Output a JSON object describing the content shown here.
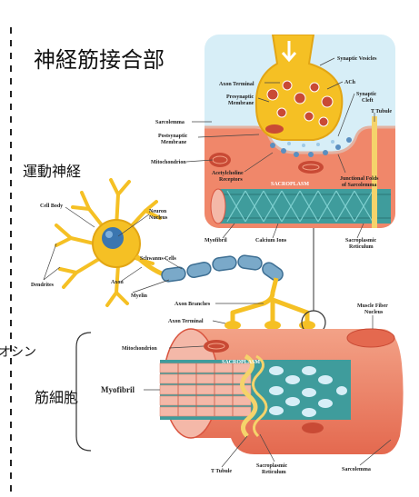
{
  "titles": {
    "main": "神経筋接合部",
    "motor_nerve": "運動神経",
    "muscle_cell": "筋細胞",
    "cut_off_left": "オシン"
  },
  "inset_labels": {
    "axon_terminal": "Axon Terminal",
    "synaptic_vesicles": "Synaptic Vesicles",
    "presynaptic_membrane_1": "Presynaptic",
    "presynaptic_membrane_2": "Membrane",
    "ach": "ACh",
    "synaptic_cleft_1": "Synaptic",
    "synaptic_cleft_2": "Cleft",
    "t_tubule": "T Tubule",
    "sarcolemma": "Sarcolemma",
    "postsynaptic_membrane_1": "Postsynaptic",
    "postsynaptic_membrane_2": "Membrane",
    "mitochondrion": "Mitochondrion",
    "acetylcholine_receptors_1": "Acetylcholine",
    "acetylcholine_receptors_2": "Receptors",
    "sacroplasm": "SACROPLASM",
    "junctional_folds_1": "Junctional Folds",
    "junctional_folds_2": "of Sarcolemma",
    "myofibril": "Myofibril",
    "calcium_ions": "Calcium Ions",
    "sacroplasmic_reticulum_1": "Sacroplasmic",
    "sacroplasmic_reticulum_2": "Reticulum"
  },
  "neuron_labels": {
    "cell_body": "Cell Body",
    "neuron_nucleus_1": "Neuron",
    "neuron_nucleus_2": "Nucleus",
    "dendrites": "Dendrites",
    "schwanns_cells": "Schwanns Cells",
    "axon": "Axon",
    "myelin": "Myelin",
    "axon_branches": "Axon Branches",
    "axon_terminal": "Axon Terminal"
  },
  "fiber_labels": {
    "muscle_fiber_nucleus_1": "Muscle Fiber",
    "muscle_fiber_nucleus_2": "Nucleus",
    "mitochondrion": "Mitochondrion",
    "sacroplasm": "SACROPLASM",
    "myofibril": "Myofibril",
    "t_tubule": "T Tubule",
    "sacroplasmic_reticulum_1": "Sacroplasmic",
    "sacroplasmic_reticulum_2": "Reticulum",
    "sarcolemma": "Sarcolemma"
  },
  "colors": {
    "axon_yellow": "#f5c024",
    "axon_yellow_dark": "#e2a514",
    "myelin_blue": "#7aa9c9",
    "myelin_blue_dark": "#3e6f93",
    "muscle_salmon": "#f0876a",
    "muscle_red": "#d9533e",
    "teal": "#3f9c9c",
    "inset_sky": "#d7eef7",
    "vesicle_red": "#c94a35"
  }
}
